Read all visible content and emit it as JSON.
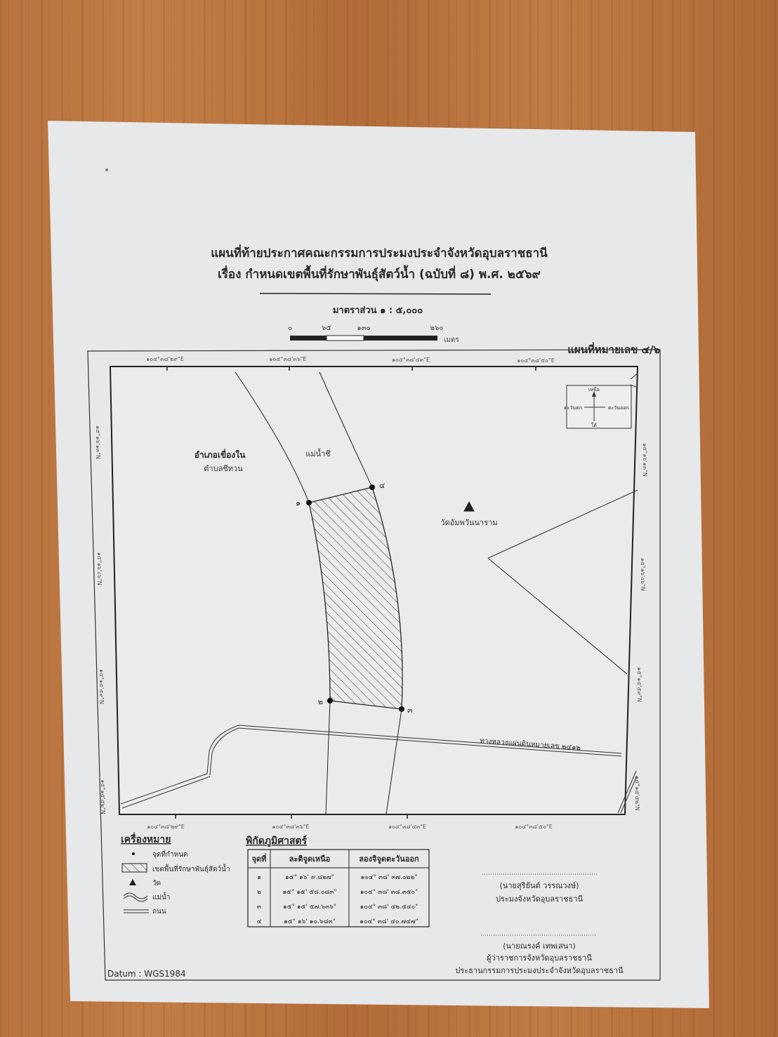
{
  "header": {
    "title_line1": "แผนที่ท้ายประกาศคณะกรรมการประมงประจำจังหวัดอุบลราชธานี",
    "title_line2": "เรื่อง กำหนดเขตพื้นที่รักษาพันธุ์สัตว์น้ำ (ฉบับที่ ๘) พ.ศ. ๒๕๖๙",
    "scale_label": "มาตราส่วน ๑ : ๕,๐๐๐",
    "scale_ticks": [
      "๐",
      "๖๕",
      "๑๓๐",
      "๒๖๐"
    ],
    "scale_unit": "เมตร",
    "map_number": "แผนที่หมายเลข ๔/๖"
  },
  "map": {
    "top_lon_labels": [
      "๑๐๔°๓๘'๒๙\"E",
      "๑๐๔°๓๘'๓๖\"E",
      "๑๐๔°๓๘'๔๓\"E",
      "๑๐๔°๓๘'๕๐\"E"
    ],
    "bottom_lon_labels": [
      "๑๐๔°๓๘'๒๙\"E",
      "๑๐๔°๓๘'๓๖\"E",
      "๑๐๔°๓๘'๔๓\"E",
      "๑๐๔°๓๘'๕๐\"E"
    ],
    "lat_labels": [
      "๑๕°๑๖'๑๓\"N",
      "๑๕°๑๖'๐๖\"N",
      "๑๕°๑๕'๕๙\"N",
      "๑๕°๑๕'๕๒\"N"
    ],
    "district": "อำเภอเขื่องใน",
    "subdistrict": "ตำบลชีทวน",
    "river": "แม่น้ำชี",
    "temple": "วัดอัมพวันนาราม",
    "road": "ทางหลวงแผ่นดินหมายเลข ๒๔๑๒",
    "points": [
      "๑",
      "๒",
      "๓",
      "๔"
    ],
    "compass": {
      "north": "เหนือ",
      "south": "ใต้",
      "east": "ตะวันออก",
      "west": "ตะวันตก"
    },
    "datum": "Datum : WGS1984"
  },
  "legend": {
    "title": "เครื่องหมาย",
    "items": [
      "จุดที่กำหนด",
      "เขตพื้นที่รักษาพันธุ์สัตว์น้ำ",
      "วัด",
      "แม่น้ำ",
      "ถนน"
    ]
  },
  "coords_table": {
    "title": "พิกัดภูมิศาสตร์",
    "headers": [
      "จุดที่",
      "ละติจูดเหนือ",
      "ลองจิจูดตะวันออก"
    ],
    "rows": [
      [
        "๑",
        "๑๕° ๑๖' ๙.๘๒๗\"",
        "๑๐๔° ๓๘' ๓๗.๐๒๒\""
      ],
      [
        "๒",
        "๑๕° ๑๕' ๕๘.๐๘๓\"",
        "๑๐๔° ๓๘' ๓๘.๓๕๐\""
      ],
      [
        "๓",
        "๑๕° ๑๕' ๕๗.๖๓๖\"",
        "๑๐๔° ๓๘' ๔๒.๕๔๐\""
      ],
      [
        "๔",
        "๑๕° ๑๖' ๑๐.๖๘๓\"",
        "๑๐๔° ๓๘' ๔๐.๗๔๗\""
      ]
    ]
  },
  "signatures": [
    {
      "name": "(นายสุริยันต์ วรรณวงษ์)",
      "titles": [
        "ประมงจังหวัดอุบลราชธานี"
      ]
    },
    {
      "name": "(นายณรงค์ เทพเสนา)",
      "titles": [
        "ผู้ว่าราชการจังหวัดอุบลราชธานี",
        "ประธานกรรมการประมงประจำจังหวัดอุบลราชธานี"
      ]
    }
  ]
}
